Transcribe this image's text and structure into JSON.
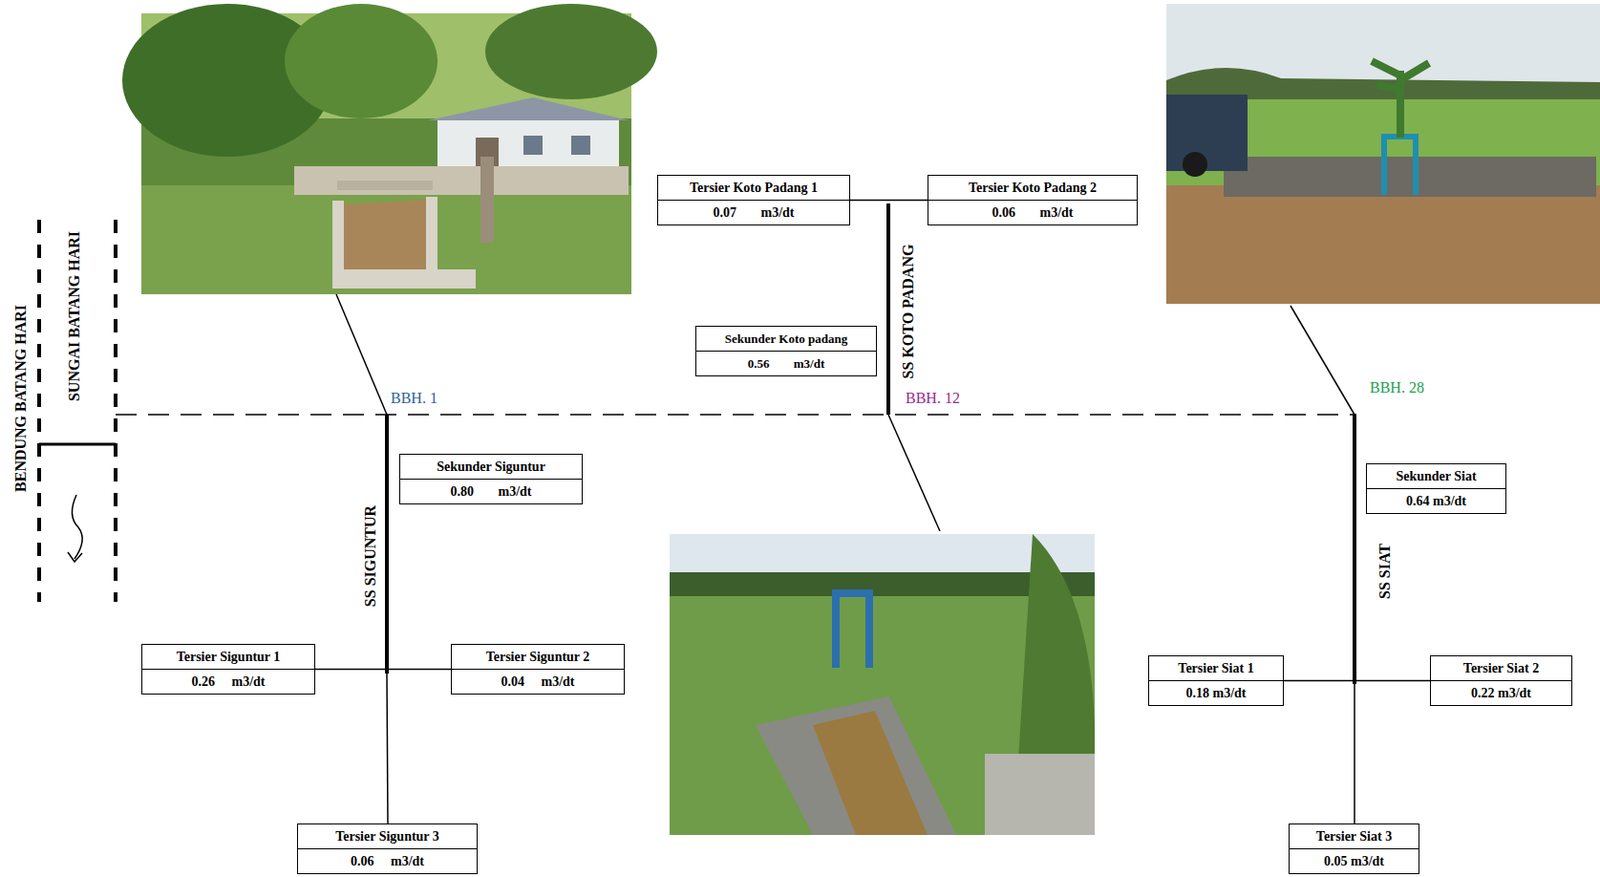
{
  "diagram": {
    "nodes": [
      {
        "text": [
          "Tersier Koto Padang 1",
          "0.07 m3/dt"
        ]
      },
      {
        "text": [
          "Tersier Koto Padang 2",
          "0.06 m3/dt"
        ]
      },
      {
        "text": [
          "Sekunder Koto padang",
          "0.56 m3/dt"
        ]
      },
      {
        "text": [
          "Sekunder Siguntur",
          "0.80 m3/dt"
        ]
      },
      {
        "text": [
          "Sekunder Siat",
          "0.64 m3/dt"
        ]
      },
      {
        "text": [
          "Tersier Siguntur 1",
          "0.26 m3/dt"
        ]
      },
      {
        "text": [
          "Tersier Siguntur 2",
          "0.04 m3/dt"
        ]
      },
      {
        "text": [
          "Tersier Siat 1",
          "0.18 m3/dt"
        ]
      },
      {
        "text": [
          "Tersier Siat 2",
          "0.22 m3/dt"
        ]
      },
      {
        "text": [
          "Tersier Siguntur 3",
          "0.06 m3/dt"
        ]
      },
      {
        "text": [
          "Tersier Siat 3",
          "0.05 m3/dt"
        ]
      }
    ],
    "edges": [
      {
        "from": 0,
        "to": 1,
        "arrow": "none"
      },
      {
        "from": 5,
        "to": 6,
        "arrow": "none"
      },
      {
        "from": 7,
        "to": 8,
        "arrow": "none"
      }
    ],
    "labels": [
      "BENDUNG BATANG HARI",
      "SUNGAI BATANG HARI",
      "BBH. 1",
      "BBH. 12",
      "BBH. 28",
      "SS KOTO PADANG",
      "SS SIGUNTUR",
      "SS SIAT"
    ]
  }
}
